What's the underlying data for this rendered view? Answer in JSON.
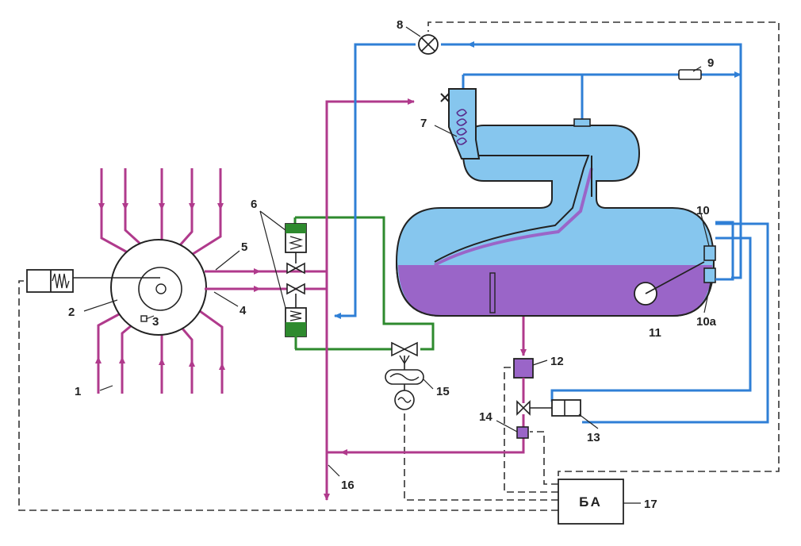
{
  "colors": {
    "gas_line": "#b03a8c",
    "cooling_line": "#2f7fd6",
    "control_line": "#2e8a2e",
    "signal_line": "#333333",
    "vessel_gas": "#86c6ee",
    "vessel_liquid": "#9a65c8"
  },
  "labels": {
    "n1": "1",
    "n2": "2",
    "n3": "3",
    "n4": "4",
    "n5": "5",
    "n6": "6",
    "n7": "7",
    "n8": "8",
    "n9": "9",
    "n10": "10",
    "n10a": "10a",
    "n11": "11",
    "n12": "12",
    "n13": "13",
    "n14": "14",
    "n15": "15",
    "n16": "16",
    "n17": "17"
  },
  "block": {
    "ba_text": "БА"
  }
}
